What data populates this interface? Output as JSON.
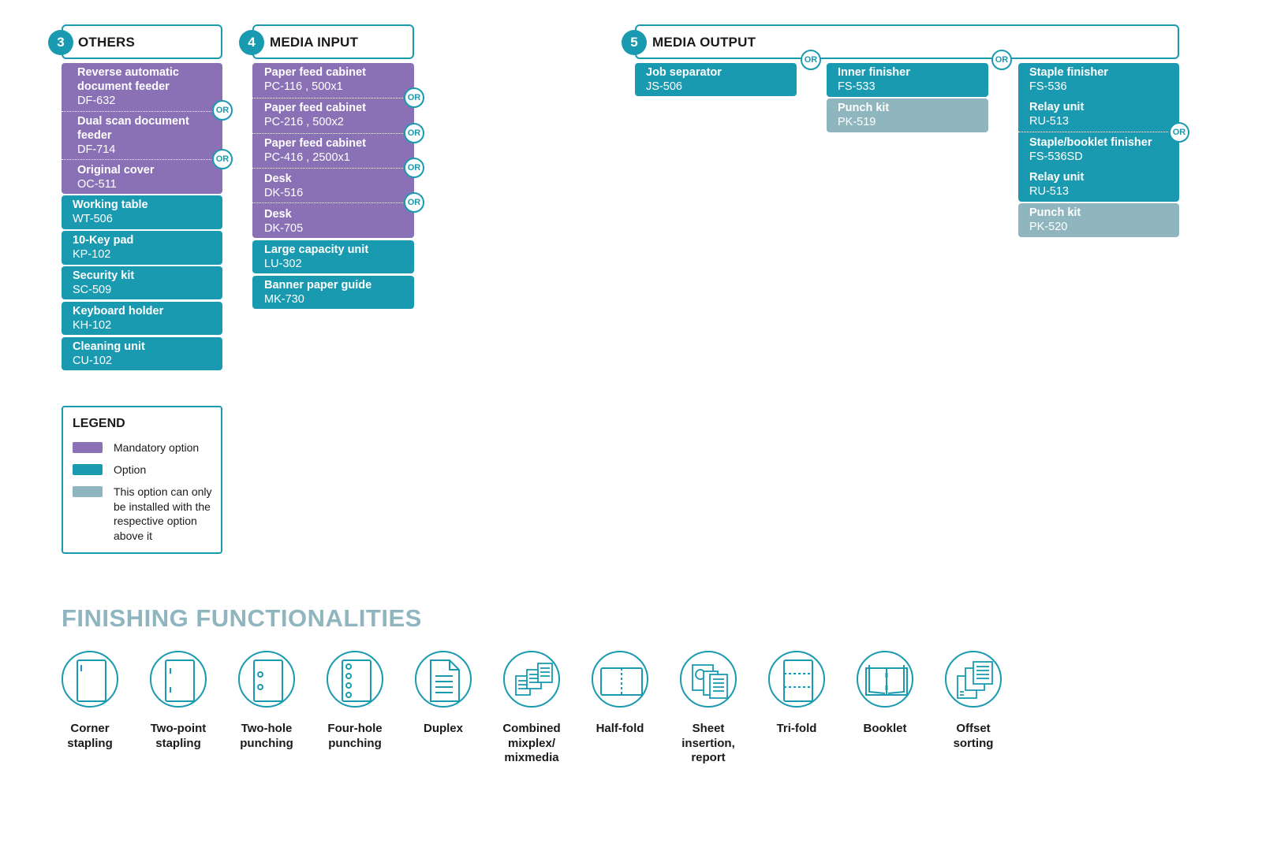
{
  "others": {
    "number": "3",
    "title": "OTHERS",
    "mandatory": [
      {
        "name": "Reverse automatic document feeder",
        "code": "DF-632"
      },
      {
        "name": "Dual scan document feeder",
        "code": "DF-714"
      },
      {
        "name": "Original cover",
        "code": "OC-511"
      }
    ],
    "options": [
      {
        "name": "Working table",
        "code": "WT-506"
      },
      {
        "name": "10-Key pad",
        "code": "KP-102"
      },
      {
        "name": "Security kit",
        "code": "SC-509"
      },
      {
        "name": "Keyboard holder",
        "code": "KH-102"
      },
      {
        "name": "Cleaning unit",
        "code": "CU-102"
      }
    ]
  },
  "media_input": {
    "number": "4",
    "title": "MEDIA INPUT",
    "mandatory": [
      {
        "name": "Paper feed cabinet",
        "code": "PC-116 , 500x1"
      },
      {
        "name": "Paper feed cabinet",
        "code": "PC-216 , 500x2"
      },
      {
        "name": "Paper feed cabinet",
        "code": "PC-416 , 2500x1"
      },
      {
        "name": "Desk",
        "code": "DK-516"
      },
      {
        "name": "Desk",
        "code": "DK-705"
      }
    ],
    "options": [
      {
        "name": "Large capacity unit",
        "code": "LU-302"
      },
      {
        "name": "Banner paper guide",
        "code": "MK-730"
      }
    ]
  },
  "media_output": {
    "number": "5",
    "title": "MEDIA OUTPUT",
    "col1": [
      {
        "name": "Job separator",
        "code": "JS-506"
      }
    ],
    "col2_option": {
      "name": "Inner finisher",
      "code": "FS-533"
    },
    "col2_dependent": {
      "name": "Punch kit",
      "code": "PK-519"
    },
    "col3_group_a": [
      {
        "name": "Staple finisher",
        "code": "FS-536"
      },
      {
        "name": "Relay unit",
        "code": "RU-513"
      }
    ],
    "col3_group_b": [
      {
        "name": "Staple/booklet finisher",
        "code": "FS-536SD"
      },
      {
        "name": "Relay unit",
        "code": "RU-513"
      }
    ],
    "col3_dependent": {
      "name": "Punch kit",
      "code": "PK-520"
    }
  },
  "or_label": "OR",
  "legend": {
    "title": "LEGEND",
    "items": [
      {
        "label": "Mandatory option",
        "color": "#8a71b6"
      },
      {
        "label": "Option",
        "color": "#1a9ab0"
      },
      {
        "label": "This option can only be installed with the respective option above it",
        "color": "#8fb6be"
      }
    ]
  },
  "finishing": {
    "title": "FINISHING FUNCTIONALITIES",
    "items": [
      {
        "label": "Corner stapling",
        "icon": "corner-stapling-icon"
      },
      {
        "label": "Two-point stapling",
        "icon": "two-point-stapling-icon"
      },
      {
        "label": "Two-hole punching",
        "icon": "two-hole-punching-icon"
      },
      {
        "label": "Four-hole punching",
        "icon": "four-hole-punching-icon"
      },
      {
        "label": "Duplex",
        "icon": "duplex-icon"
      },
      {
        "label": "Combined mixplex/ mixmedia",
        "icon": "mixplex-icon"
      },
      {
        "label": "Half-fold",
        "icon": "half-fold-icon"
      },
      {
        "label": "Sheet insertion, report",
        "icon": "sheet-insertion-icon"
      },
      {
        "label": "Tri-fold",
        "icon": "tri-fold-icon"
      },
      {
        "label": "Booklet",
        "icon": "booklet-icon"
      },
      {
        "label": "Offset sorting",
        "icon": "offset-sorting-icon"
      }
    ]
  },
  "colors": {
    "mandatory": "#8a71b6",
    "option": "#1a9ab0",
    "dependent": "#8fb6be",
    "finishing_title": "#8fb6be"
  }
}
